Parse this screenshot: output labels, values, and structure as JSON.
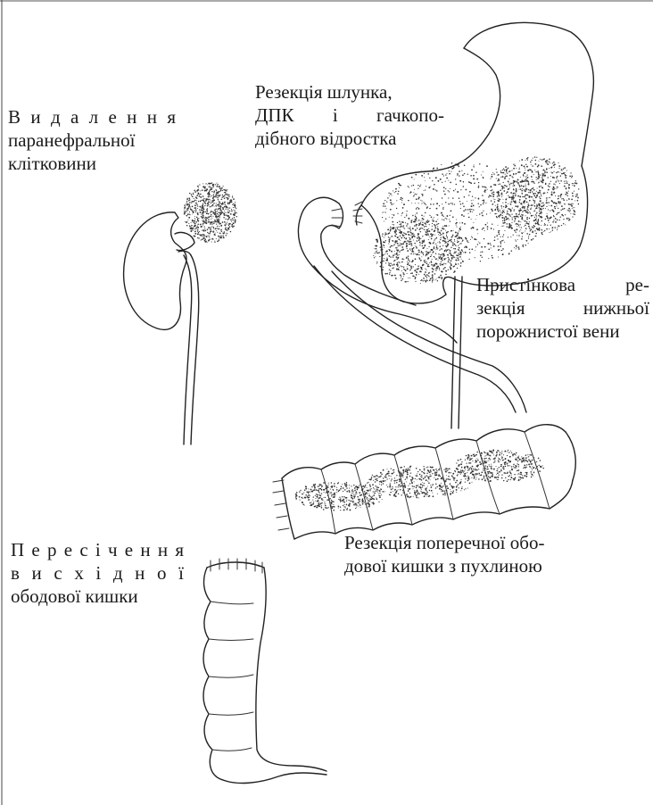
{
  "labels": {
    "paranephric": [
      "В и д а л е н н я",
      "паранефральної",
      "клітковини"
    ],
    "stomach": [
      "Резекція шлунка,",
      "ДПК і гачкопо-",
      "дібного відростка"
    ],
    "vena_cava": [
      "Пристінкова ре-",
      "зекція нижньої",
      "порожнистої вени"
    ],
    "transverse_colon": [
      "Резекція поперечної обо-",
      "дової кишки з пухлиною"
    ],
    "ascending_colon": [
      "П е р е с і ч е н н я",
      "в и с х і д н о ї",
      "ободової кишки"
    ]
  },
  "colors": {
    "ink": "#222222",
    "stipple": "#333333",
    "background": "#ffffff"
  }
}
